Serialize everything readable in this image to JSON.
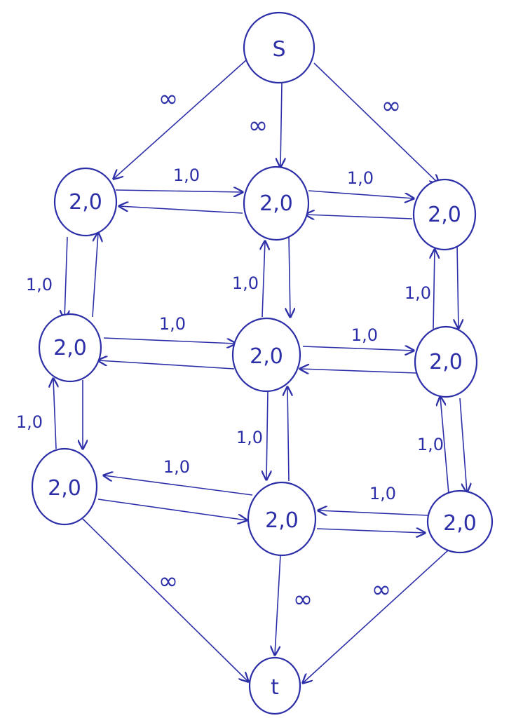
{
  "diagram": {
    "ink_color": "#2d2fa8",
    "background": "#ffffff",
    "nodes": {
      "s": "S",
      "t": "t",
      "n1": "2,0",
      "n2": "2,0",
      "n3": "2,0",
      "n4": "2,0",
      "n5": "2,0",
      "n6": "2,0",
      "n7": "2,0",
      "n8": "2,0",
      "n9": "2,0"
    },
    "edge_labels": {
      "s_n1": "∞",
      "s_n2": "∞",
      "s_n3": "∞",
      "n1_n2": "1,0",
      "n2_n3": "1,0",
      "n1_n4": "1,0",
      "n2_n5": "1,0",
      "n3_n6": "1,0",
      "n4_n5": "1,0",
      "n5_n6": "1,0",
      "n4_n7": "1,0",
      "n5_n8": "1,0",
      "n6_n9": "1,0",
      "n7_n8": "1,0",
      "n8_n9": "1,0",
      "n7_t": "∞",
      "n8_t": "∞",
      "n9_t": "∞"
    }
  }
}
